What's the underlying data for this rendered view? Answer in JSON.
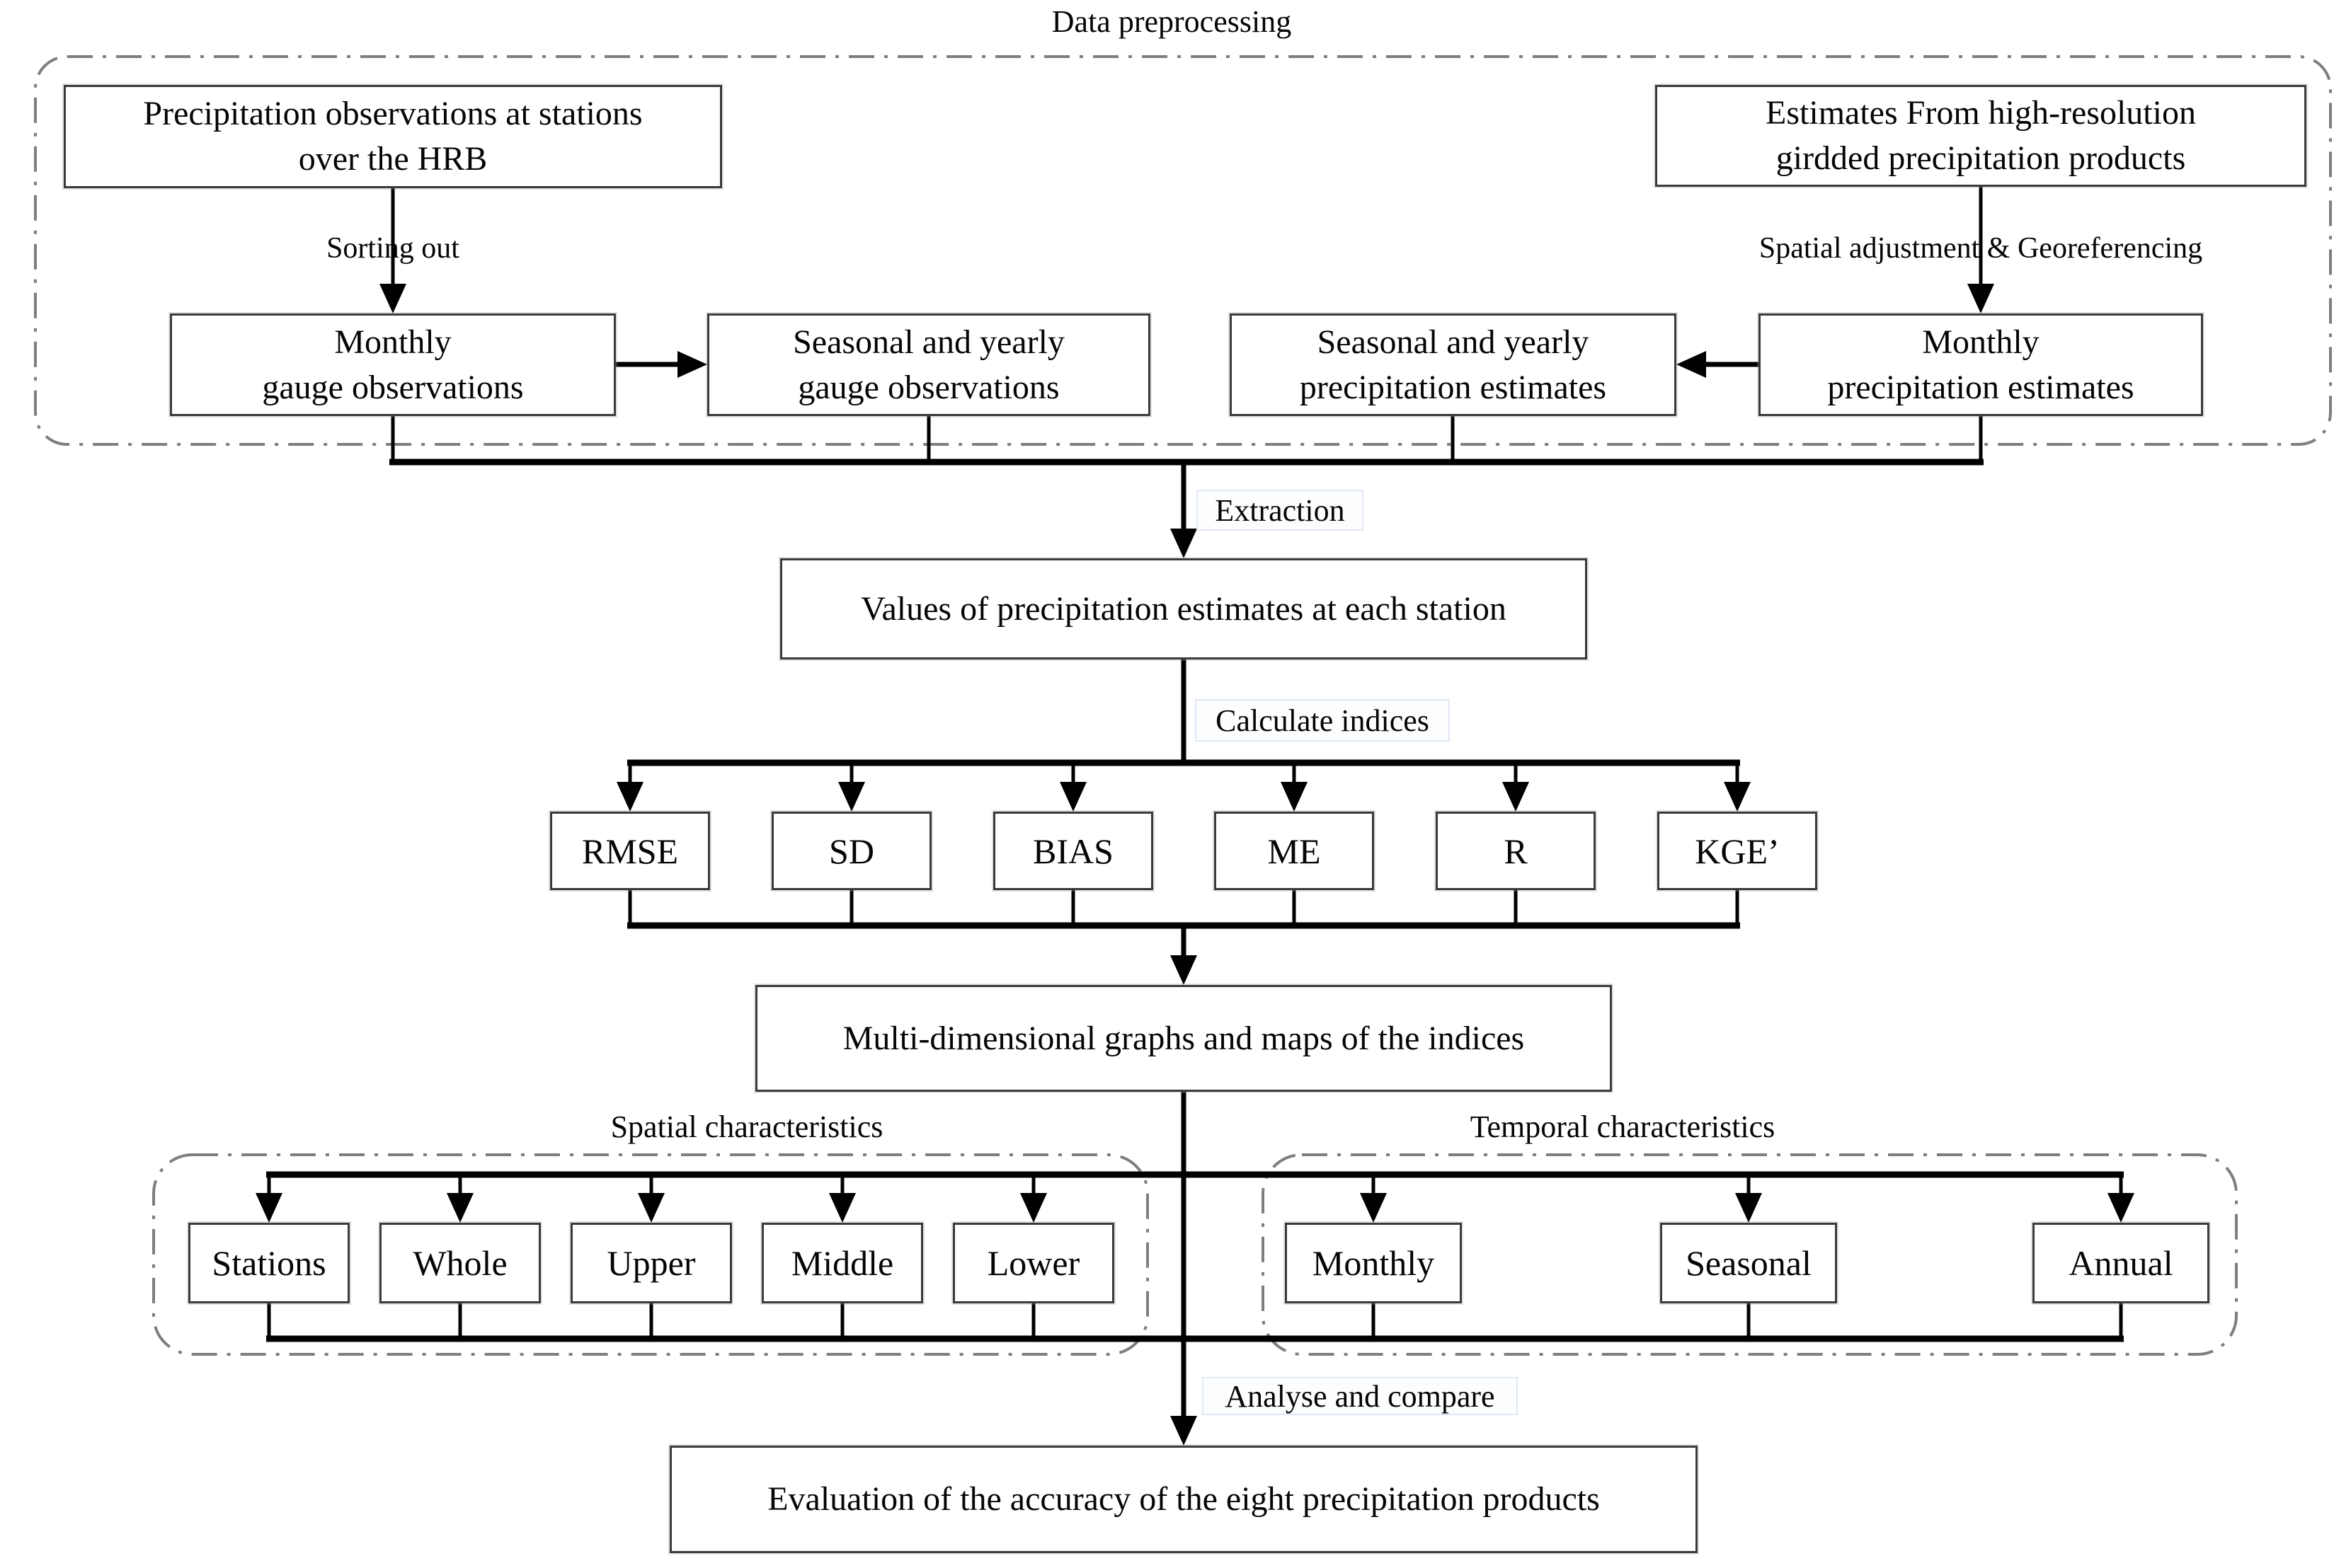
{
  "title": "Data preprocessing",
  "nodes": {
    "precip_obs": {
      "line1": "Precipitation observations at stations",
      "line2": "over the HRB"
    },
    "estimates": {
      "line1": "Estimates From high-resolution",
      "line2": "girdded precipitation products"
    },
    "monthly_gauge": {
      "line1": "Monthly",
      "line2": "gauge observations"
    },
    "seasonal_gauge": {
      "line1": "Seasonal and yearly",
      "line2": "gauge observations"
    },
    "seasonal_precip": {
      "line1": "Seasonal and yearly",
      "line2": "precipitation estimates"
    },
    "monthly_precip": {
      "line1": "Monthly",
      "line2": "precipitation estimates"
    },
    "values": {
      "line1": "Values of precipitation estimates at each station"
    },
    "multidim": {
      "line1": "Multi-dimensional graphs and maps of the indices"
    },
    "evaluation": {
      "line1": "Evaluation of the accuracy of the eight precipitation products"
    }
  },
  "edge_labels": {
    "sorting": "Sorting out",
    "georeferencing": "Spatial adjustment & Georeferencing",
    "extraction": "Extraction",
    "calculate": "Calculate indices",
    "analyse": "Analyse and compare"
  },
  "indices": [
    "RMSE",
    "SD",
    "BIAS",
    "ME",
    "R",
    "KGE’"
  ],
  "spatial": {
    "label": "Spatial characteristics",
    "items": [
      "Stations",
      "Whole",
      "Upper",
      "Middle",
      "Lower"
    ]
  },
  "temporal": {
    "label": "Temporal characteristics",
    "items": [
      "Monthly",
      "Seasonal",
      "Annual"
    ]
  },
  "colors": {
    "line": "#000000",
    "box_border": "#3a3a3a",
    "dashed_border": "#7e7e7e",
    "label_bg": "#fcfdff",
    "label_border": "#e1e8f4",
    "text": "#050505"
  }
}
